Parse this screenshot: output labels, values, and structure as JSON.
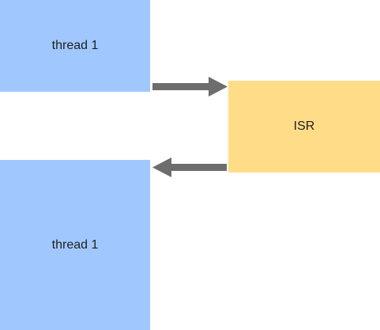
{
  "diagram": {
    "boxes": {
      "thread_top": {
        "label": "thread 1"
      },
      "isr": {
        "label": "ISR"
      },
      "thread_bottom": {
        "label": "thread 1"
      }
    },
    "colors": {
      "thread_fill": "#a0c8ff",
      "isr_fill": "#ffdd88",
      "arrow": "#6d6d6d"
    },
    "connections": [
      {
        "from": "thread_top",
        "to": "isr"
      },
      {
        "from": "isr",
        "to": "thread_bottom"
      }
    ]
  }
}
